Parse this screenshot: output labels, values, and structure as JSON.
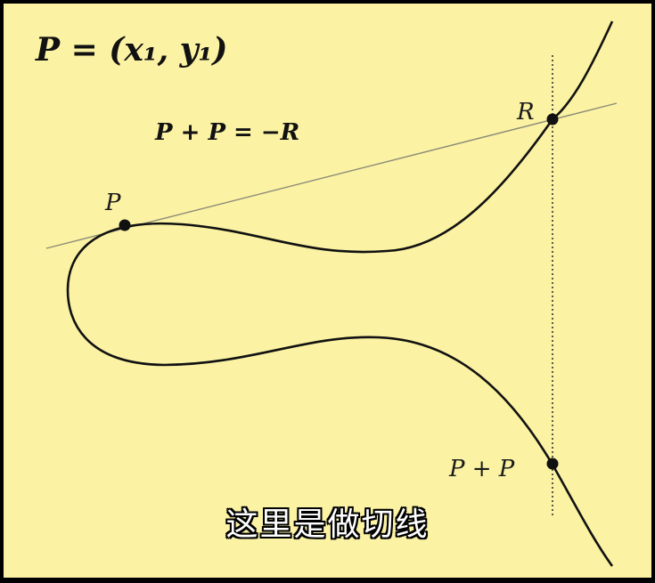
{
  "formula_main": "P = (x₁, y₁)",
  "formula_sum": "P + P = −R",
  "points": {
    "p": "P",
    "r": "R",
    "p_plus_p": "P + P"
  },
  "subtitle": "这里是做切线",
  "colors": {
    "background": "#fbf2a3",
    "curve": "#111111",
    "tangent": "#777777",
    "subtitle": "#ffffff"
  }
}
